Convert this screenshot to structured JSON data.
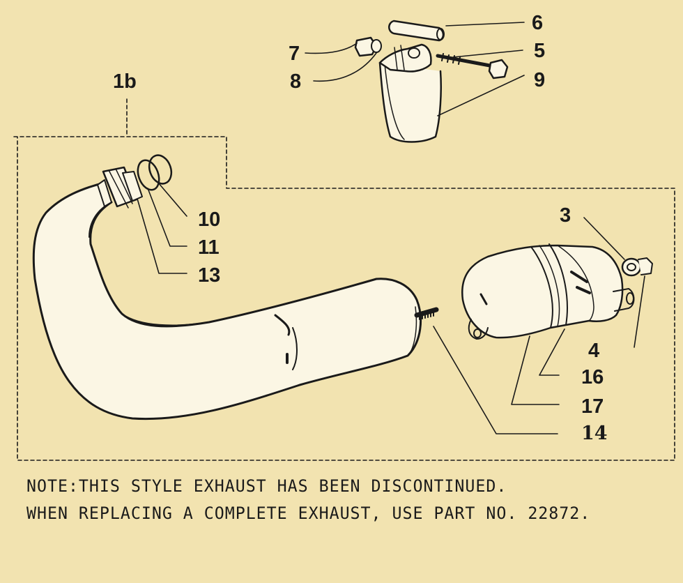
{
  "background_color": "#f2e3b0",
  "ink_color": "#1a1a1a",
  "callouts": {
    "c1b": "1b",
    "c3": "3",
    "c4": "4",
    "c5": "5",
    "c6": "6",
    "c7": "7",
    "c8": "8",
    "c9": "9",
    "c10": "10",
    "c11": "11",
    "c13": "13",
    "c14": "14",
    "c16": "16",
    "c17": "17"
  },
  "note": {
    "line1": "NOTE:THIS STYLE EXHAUST HAS BEEN DISCONTINUED.",
    "line2": "WHEN REPLACING A COMPLETE EXHAUST, USE PART NO. 22872."
  }
}
